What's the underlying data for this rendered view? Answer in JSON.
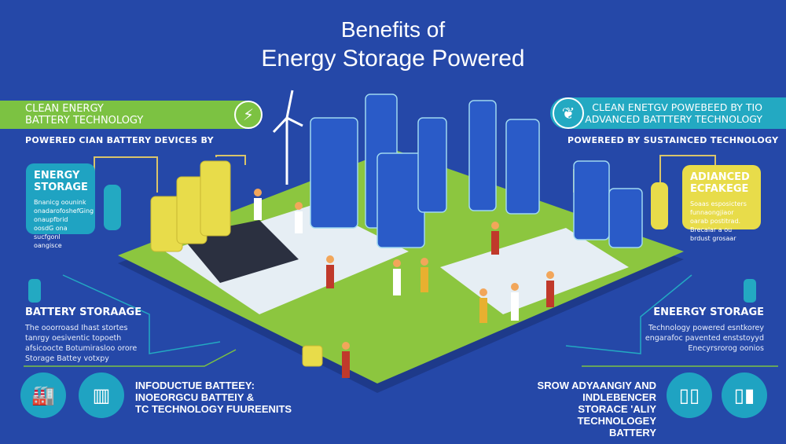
{
  "title": {
    "line1": "Benefits of",
    "line2": "Energy Storage Powered"
  },
  "left_banner": {
    "line1": "CLEAN ENERGY",
    "line2": "BATTERY TECHNOLOGY",
    "icon": "lightning-leaf-icon"
  },
  "left_subtitle": "POWERED CIAN BATTERY DEVICES    BY",
  "right_banner": {
    "line1": "CLEAN ENETGV POWEBEED BY TIO",
    "line2": "ADVANCED BATTTERY TECHNOLOGY",
    "icon": "leaf-icon"
  },
  "right_subtitle": "POWEREED BY SUSTAINCED TECHNOLOGY",
  "left_card": {
    "title1": "ENERGY",
    "title2": "STORAGE",
    "body": "Bnanicg oounink onadarofoshefGing onaupfbrid oosdG ona sucfgonl oangisce"
  },
  "right_card": {
    "title1": "ADIANCED",
    "title2": "ECFAKEGE",
    "body": "Soaas esposicters funnaongjiaor oarab postitrad. Brecaiar a ou brdust grosaar"
  },
  "left_section": {
    "title": "BATTERY STORAAGE",
    "body": "The ooorroasd Ihast stortes tanrgy oesiventic topoeth afsicoocte Botumirasloo orore Storage Battey votxpy"
  },
  "right_section": {
    "title": "ENEERGY STORAGE",
    "body": "Technology powered esntkorey engarafoc pavented enststoyyd Enecyrsrorog oonios"
  },
  "bottom_left": {
    "line1": "INFODUCTUE BATTEEY:",
    "line2": "INOEORGCU BATTEIY &",
    "line3": "TC TECHNOLOGY FUUREENITS"
  },
  "bottom_right": {
    "line1": "SROW ADYAANGIY AND",
    "line2": "INDLEBENCER STORACE 'ALIY",
    "line3": "TECHNOLOGEY BATTERY"
  },
  "colors": {
    "background": "#2548a8",
    "green": "#7cc242",
    "teal": "#23a9c2",
    "yellow": "#e8dc4a",
    "platform": "#8cc63f"
  }
}
